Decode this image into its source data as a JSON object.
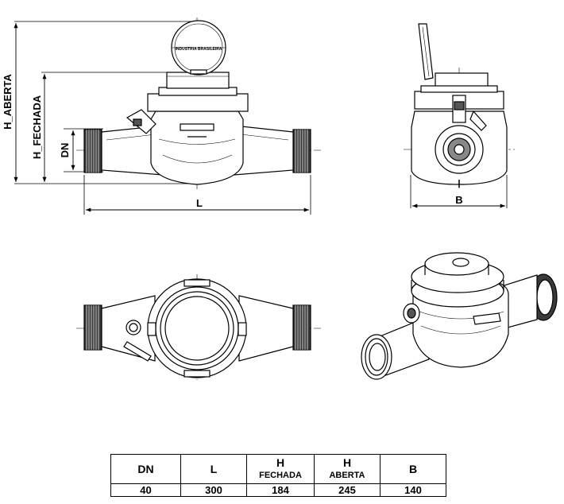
{
  "front_view": {
    "dim_h_aberta": "H_ABERTA",
    "dim_h_fechada": "H_FECHADA",
    "dim_dn": "DN",
    "dim_l": "L",
    "dial_lid_text": "INDUSTRIA BRASILEIRA"
  },
  "side_view": {
    "dim_b": "B"
  },
  "spec_table": {
    "headers": [
      {
        "main": "DN",
        "sub": ""
      },
      {
        "main": "L",
        "sub": ""
      },
      {
        "main": "H",
        "sub": "FECHADA"
      },
      {
        "main": "H",
        "sub": "ABERTA"
      },
      {
        "main": "B",
        "sub": ""
      }
    ],
    "values": [
      "40",
      "300",
      "184",
      "245",
      "140"
    ]
  }
}
